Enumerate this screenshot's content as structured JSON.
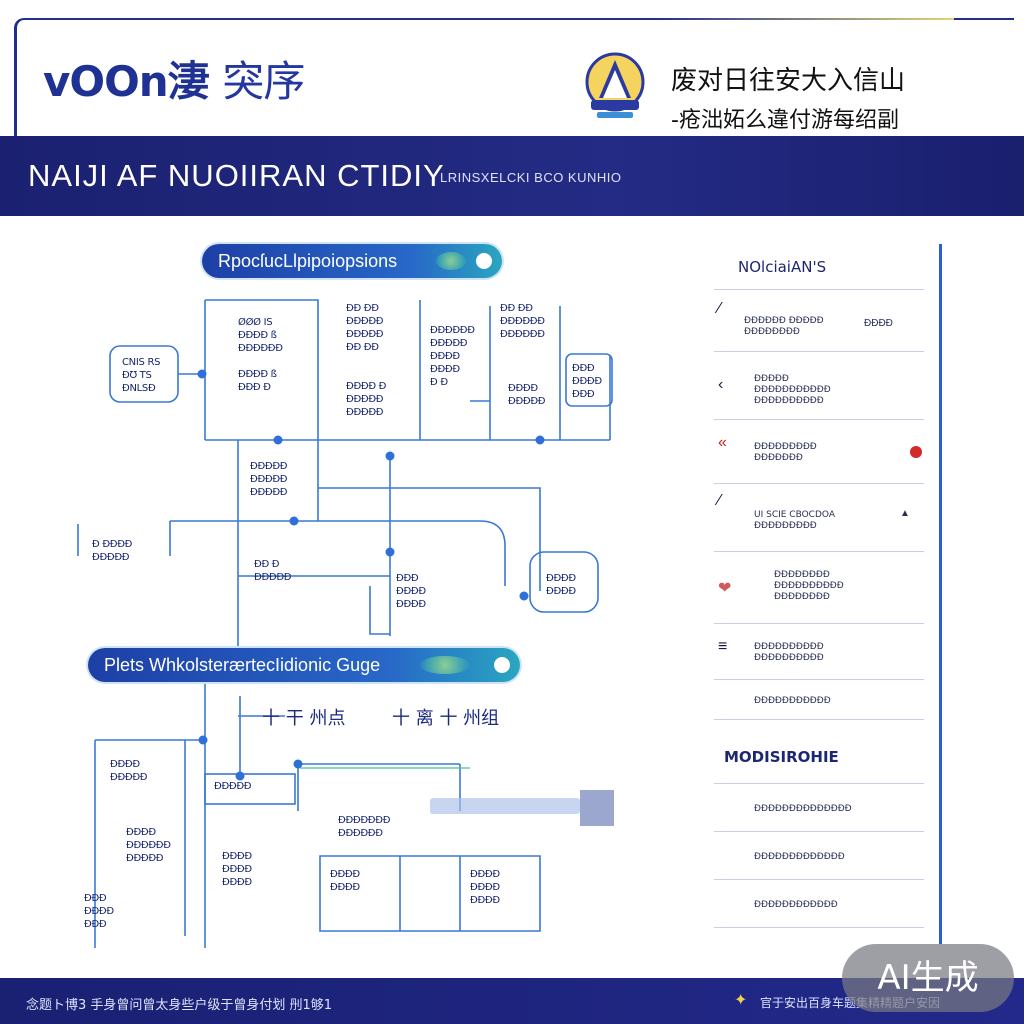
{
  "header": {
    "brand_main": "vOOn淒",
    "brand_light": "突序",
    "org_line1": "废对日往安大入信山",
    "org_line2": "‐疮泏妬么違付游每绍副",
    "banner_title": "NAIJI  AF NUOIIRAN  CTIDIY",
    "banner_subtitle": "LRINSXELCKI BCO KUNHIO"
  },
  "diagram": {
    "section1": "RpocſucLlpipoiopsions",
    "section2": "Plets  WhkolsterærtecIidionic  Guge",
    "nodes": {
      "left_box": "CNIS RS\nƉƱ TS\nƉNLSƉ",
      "col1": "ØØØ IS\nĐĐĐĐ ß\nĐĐĐĐĐĐ\n\nĐĐĐĐ ß\nĐĐĐ Đ",
      "col2_top": "ĐĐ   ĐĐ\nĐĐĐĐĐ\nĐĐĐĐĐ\nĐĐ ĐĐ",
      "col2_bottom": "ĐĐĐĐ Đ\nĐĐĐĐĐ\nĐĐĐĐĐ",
      "col3": "ĐĐĐĐĐĐ\nĐĐĐĐĐ\nĐĐĐĐ\nĐĐĐĐ\nĐ  Đ",
      "col4_top": "ĐĐ  ĐĐ\nĐĐĐĐĐĐ\nĐĐĐĐĐĐ",
      "col4_bottom": "ĐĐĐĐ\nĐĐĐĐĐ",
      "right_box": "ĐĐĐ\nĐĐĐĐ\nĐĐĐ",
      "mid_block": "ĐĐĐĐĐ\nĐĐĐĐĐ\nĐĐĐĐĐ",
      "left_side": "Đ ĐĐĐĐ\nĐĐĐĐĐ",
      "lower_a": "ĐĐ Đ\nĐĐĐĐĐ",
      "lower_b": "ĐĐĐ\nĐĐĐĐ\nĐĐĐĐ",
      "lower_right_box": "ĐĐĐĐ\nĐĐĐĐ",
      "cjk_a": "十 干 州点",
      "cjk_b": "十 离 十 州组",
      "s2_a": "ĐĐĐĐ\nĐĐĐĐĐ",
      "s2_b": "ĐĐĐĐĐ",
      "s2_c": "ĐĐĐĐ\nĐĐĐĐĐĐ\nĐĐĐĐĐ",
      "s2_d": "ĐĐĐĐ\nĐĐĐĐ\nĐĐĐĐ",
      "s2_e": "ĐĐĐ\nĐĐĐĐ\nĐĐĐ",
      "s2_f": "ĐĐĐĐĐĐĐ\nĐĐĐĐĐĐ",
      "s2_g": "ĐĐĐĐ\nĐĐĐĐ",
      "s2_h": "ĐĐĐĐ\nĐĐĐĐ\nĐĐĐĐ"
    }
  },
  "sidebar": {
    "heading1": "NOlciaiAN'S",
    "heading2": "MODISIROHIE",
    "rows": [
      {
        "icon": "∕",
        "text": "ĐĐĐĐĐĐ ĐĐĐĐĐ\nĐĐĐĐĐĐĐĐ",
        "mark": "ĐĐĐĐ"
      },
      {
        "icon": "‹",
        "text": "ĐĐĐĐĐ\nĐĐĐĐĐĐĐĐĐĐĐ\nĐĐĐĐĐĐĐĐĐĐ",
        "mark": ""
      },
      {
        "icon": "«",
        "text": "ĐĐĐĐĐĐĐĐĐ\nĐĐĐĐĐĐĐ",
        "mark": ""
      },
      {
        "icon": "∕",
        "text": "UI SCIE   CBOCDOA\nĐĐĐĐĐĐĐĐĐ",
        "mark": "▲"
      },
      {
        "icon": "❤",
        "text": "ĐĐĐĐĐĐĐĐ\nĐĐĐĐĐĐĐĐĐĐ\nĐĐĐĐĐĐĐĐ",
        "mark": ""
      },
      {
        "icon": "≡",
        "text": "ĐĐĐĐĐĐĐĐĐĐ\nĐĐĐĐĐĐĐĐĐĐ",
        "mark": ""
      },
      {
        "icon": "",
        "text": "ĐĐĐĐĐĐĐĐĐĐĐ",
        "mark": ""
      }
    ],
    "rows2": [
      "ĐĐĐĐĐĐĐĐĐĐĐĐĐĐ",
      "ĐĐĐĐĐĐĐĐĐĐĐĐĐ",
      "ĐĐĐĐĐĐĐĐĐĐĐĐ"
    ]
  },
  "footer": {
    "left_text": "念题ト博3 手身曾问曾太身些户级于曾身付划 刐1够1",
    "right_text": "官于安出百身车题集精精题户安因",
    "badge": "AI生成"
  },
  "colors": {
    "navy": "#1f2f8c",
    "banner": "#1b2170",
    "line": "#3a78d6",
    "node_fill": "#2f6fd8",
    "accent_red": "#d42a2a"
  }
}
